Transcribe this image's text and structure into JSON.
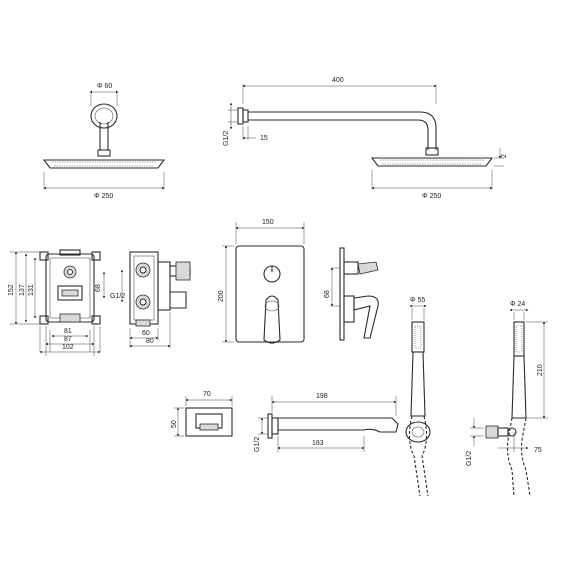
{
  "dimensions": {
    "head_top_dia": "Φ 60",
    "head_top_width": "Φ 250",
    "arm_length": "400",
    "arm_thread": "G1/2",
    "arm_15": "15",
    "head_side_2": "2",
    "head_side_width": "Φ 250",
    "box_152": "152",
    "box_137": "137",
    "box_131": "131",
    "box_68": "68",
    "box_81": "81",
    "box_87": "87",
    "box_102": "102",
    "side_thread": "G1/2",
    "side_60": "60",
    "side_80": "80",
    "plate_150": "150",
    "plate_200": "200",
    "plate_side_68": "68",
    "hand_dia": "Φ 55",
    "holder_dia": "Φ 24",
    "holder_210": "210",
    "holder_thread": "G1/2",
    "holder_75": "75",
    "spout_70": "70",
    "spout_50": "50",
    "spout_198": "198",
    "spout_thread": "G1/2",
    "spout_183": "183"
  }
}
